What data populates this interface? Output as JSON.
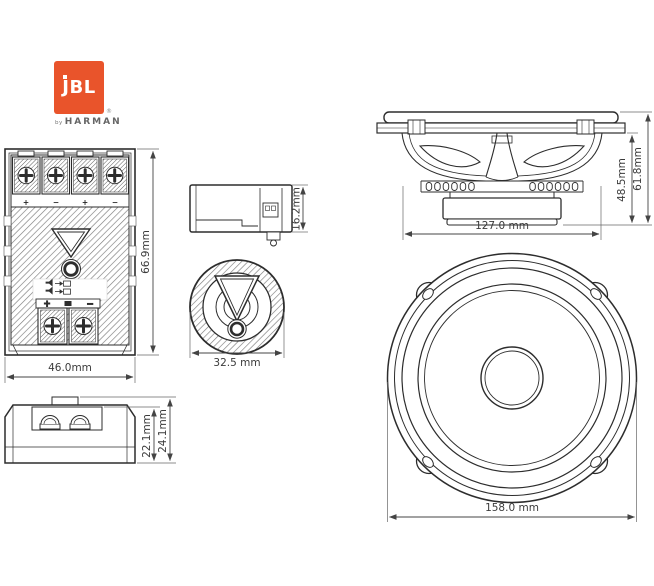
{
  "brand": {
    "logo": "JBL",
    "registered": "®",
    "by": "by",
    "company": "HARMAN",
    "logo_color": "#E9542B"
  },
  "crossover_front": {
    "height": "66.9mm",
    "width": "46.0mm",
    "top_polarity": [
      "+",
      "−",
      "+",
      "−"
    ],
    "bottom_polarity": [
      "+",
      "−"
    ]
  },
  "crossover_side": {
    "inner_height": "22.1mm",
    "total_height": "24.1mm"
  },
  "tweeter_side": {
    "depth": "16.2mm"
  },
  "tweeter_front": {
    "diameter": "32.5 mm"
  },
  "woofer_side": {
    "width": "127.0 mm",
    "mount_depth": "48.5mm",
    "total_depth": "61.8mm"
  },
  "woofer_front": {
    "diameter": "158.0 mm"
  }
}
